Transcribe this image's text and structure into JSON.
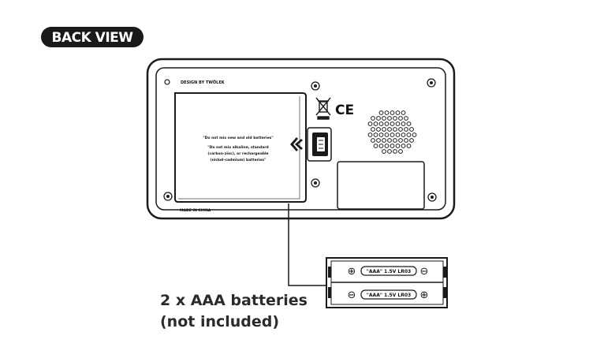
{
  "title": "BACK VIEW",
  "brand_text": "DESIGN BY TWÖLEK",
  "battery_cover": {
    "line1": "\"Do not mix new and old batteries\"",
    "line2a": "\"Do not mix alkaline, standard",
    "line2b": "(carbon-zinc), or rechargeable",
    "line2c": "(nickel-cadmium) batteries\""
  },
  "made_in": "MADE IN CHINA",
  "ce_mark": "CE",
  "battery_holder": {
    "cells": [
      {
        "label": "\"AAA\" 1.5V LR03",
        "left": "⊕",
        "right": "⊖"
      },
      {
        "label": "\"AAA\" 1.5V LR03",
        "left": "⊖",
        "right": "⊕"
      }
    ]
  },
  "caption": {
    "line1": "2 x AAA batteries",
    "line2": "(not included)"
  },
  "colors": {
    "ink": "#1a1a1a",
    "badge": "#1a1a1a",
    "caption": "#2b2b2b",
    "background": "#ffffff"
  }
}
